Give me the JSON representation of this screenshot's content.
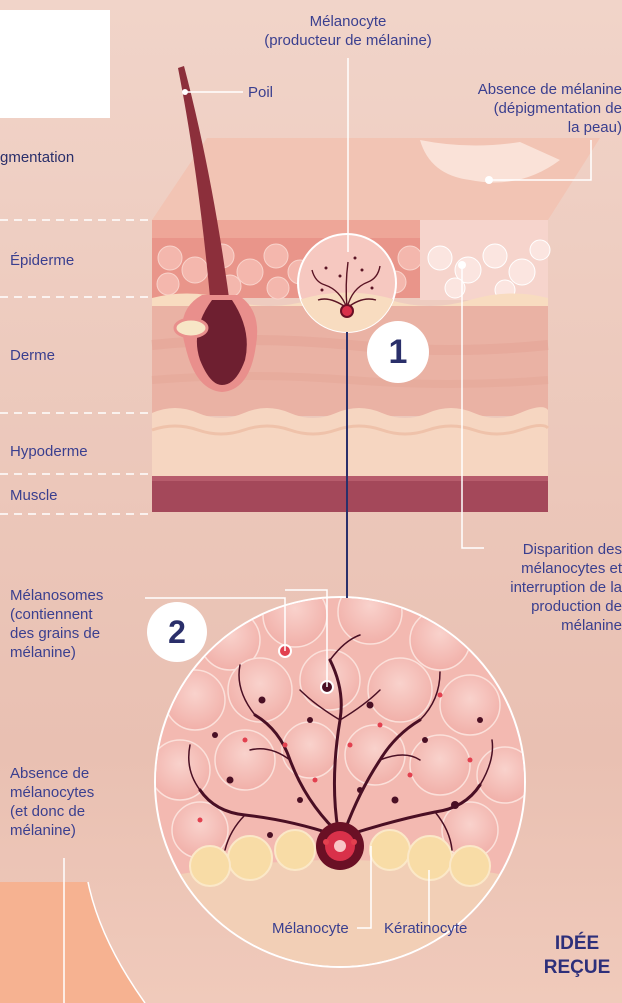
{
  "labels": {
    "pigmentation": "gmentation",
    "melanocyte_top": "Mélanocyte",
    "melanocyte_top_sub": "(producteur de mélanine)",
    "poil": "Poil",
    "absence_melanine_1": "Absence de mélanine",
    "absence_melanine_2": "(dépigmentation de",
    "absence_melanine_3": "la peau)",
    "epiderme": "Épiderme",
    "derme": "Derme",
    "hypoderme": "Hypoderme",
    "muscle": "Muscle",
    "disparition_1": "Disparition des",
    "disparition_2": "mélanocytes et",
    "disparition_3": "interruption de la",
    "disparition_4": "production de",
    "disparition_5": "mélanine",
    "melanosomes_1": "Mélanosomes",
    "melanosomes_2": "(contiennent",
    "melanosomes_3": "des grains de",
    "melanosomes_4": "mélanine)",
    "absence_melanocytes_1": "Absence de",
    "absence_melanocytes_2": "mélanocytes",
    "absence_melanocytes_3": "(et donc de",
    "absence_melanocytes_4": "mélanine)",
    "melanocyte_bottom": "Mélanocyte",
    "keratinocyte": "Kératinocyte",
    "idee_1": "IDÉE",
    "idee_2": "REÇUE"
  },
  "badges": {
    "one": "1",
    "two": "2"
  },
  "colors": {
    "label_text": "#3a3f8f",
    "badge_bg": "#ffffff",
    "badge_text": "#2a2f6a",
    "leader_line": "#ffffff",
    "muscle": "#a4485a",
    "melanin_dark": "#4a0f24",
    "melanocyte_red": "#d9314a"
  }
}
